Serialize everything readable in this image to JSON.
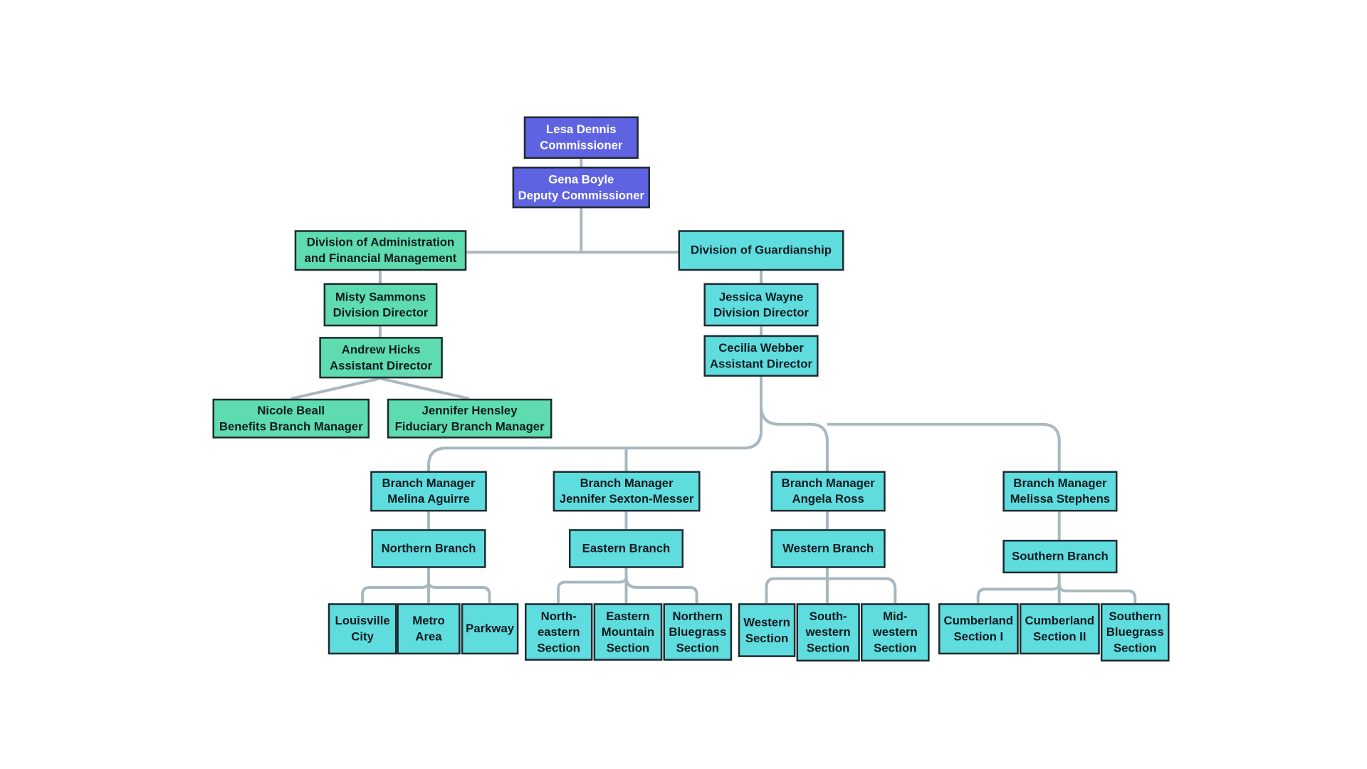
{
  "colors": {
    "executive": "#5f63e2",
    "administration": "#5edcb0",
    "guardianship": "#5fdcde",
    "connector": "#a9b7bf",
    "border": "#1f2a30"
  },
  "executive": {
    "commissioner": "Lesa Dennis\nCommissioner",
    "deputy": "Gena Boyle\nDeputy Commissioner"
  },
  "administration": {
    "division": "Division of Administration\nand Financial Management",
    "director": "Misty Sammons\nDivision Director",
    "assistant": "Andrew Hicks\nAssistant Director",
    "benefits": "Nicole Beall\nBenefits Branch Manager",
    "fiduciary": "Jennifer Hensley\nFiduciary Branch Manager"
  },
  "guardianship": {
    "division": "Division of Guardianship",
    "director": "Jessica Wayne\nDivision Director",
    "assistant": "Cecilia Webber\nAssistant Director",
    "branches": [
      {
        "manager": "Branch Manager\nMelina Aguirre",
        "branch": "Northern Branch",
        "sections": [
          "Louisville\nCity",
          "Metro\nArea",
          "Parkway"
        ]
      },
      {
        "manager": "Branch Manager\nJennifer Sexton-Messer",
        "branch": "Eastern Branch",
        "sections": [
          "North-\neastern\nSection",
          "Eastern\nMountain\nSection",
          "Northern\nBluegrass\nSection"
        ]
      },
      {
        "manager": "Branch Manager\nAngela Ross",
        "branch": "Western Branch",
        "sections": [
          "Western\nSection",
          "South-\nwestern\nSection",
          "Mid-\nwestern\nSection"
        ]
      },
      {
        "manager": "Branch Manager\nMelissa Stephens",
        "branch": "Southern Branch",
        "sections": [
          "Cumberland\nSection I",
          "Cumberland\nSection II",
          "Southern\nBluegrass\nSection"
        ]
      }
    ]
  }
}
